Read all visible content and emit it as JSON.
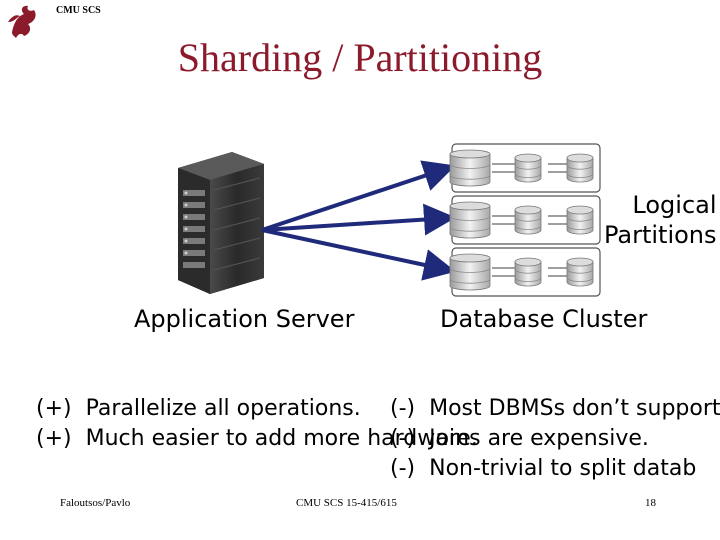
{
  "header": {
    "tag": "CMU SCS"
  },
  "title": "Sharding / Partitioning",
  "diagram": {
    "app_server_label": "Application Server",
    "db_cluster_label": "Database Cluster",
    "logical_partitions_label": [
      "Logical",
      "Partitions"
    ]
  },
  "pros": [
    {
      "sign": "(+)",
      "text": "Parallelize all operations."
    },
    {
      "sign": "(+)",
      "text": "Much easier to add more hardware."
    }
  ],
  "cons": [
    {
      "sign": "(-)",
      "text": "Most DBMSs don’t support"
    },
    {
      "sign": "(-)",
      "text": "Joins are expensive."
    },
    {
      "sign": "(-)",
      "text": "Non-trivial to split datab"
    }
  ],
  "footer": {
    "left": "Faloutsos/Pavlo",
    "center": "CMU SCS 15-415/615",
    "page": "18"
  },
  "colors": {
    "title": "#8b1a2b",
    "arrow": "#1f2a7a",
    "logo": "#8b1a2b"
  }
}
